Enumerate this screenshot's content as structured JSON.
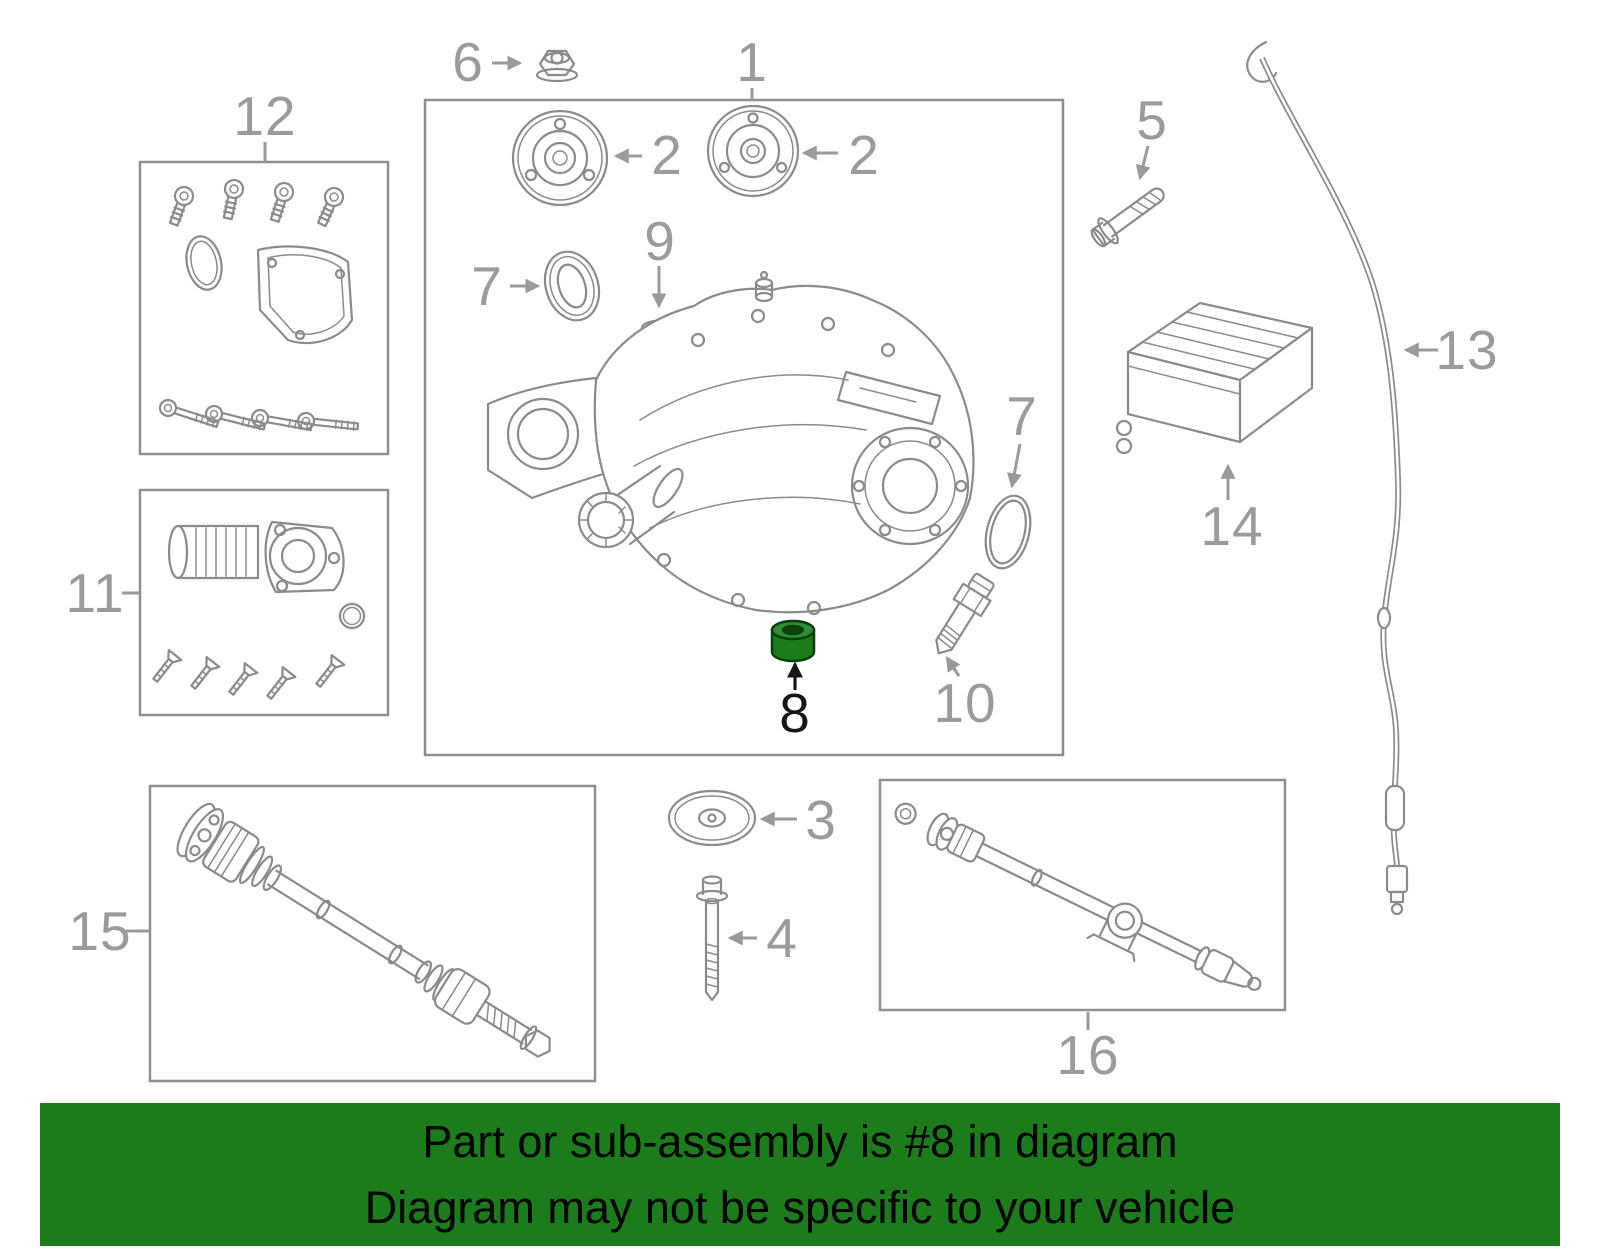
{
  "diagram": {
    "highlighted_part": "8",
    "callouts": {
      "c1": "1",
      "c2a": "2",
      "c2b": "2",
      "c3": "3",
      "c4": "4",
      "c5": "5",
      "c6": "6",
      "c7a": "7",
      "c7b": "7",
      "c8": "8",
      "c9": "9",
      "c10": "10",
      "c11": "11",
      "c12": "12",
      "c13": "13",
      "c14": "14",
      "c15": "15",
      "c16": "16"
    },
    "colors": {
      "highlight_green": "#1c7c1c",
      "line_gray": "#9a9a9a",
      "callout_gray": "#9b9b9b",
      "highlight_callout_black": "#161616"
    }
  },
  "banner": {
    "line1": "Part or sub-assembly is #8 in diagram",
    "line2": "Diagram may not be specific to your vehicle",
    "bg_color": "#1c7c1c",
    "text_color": "#000000"
  }
}
